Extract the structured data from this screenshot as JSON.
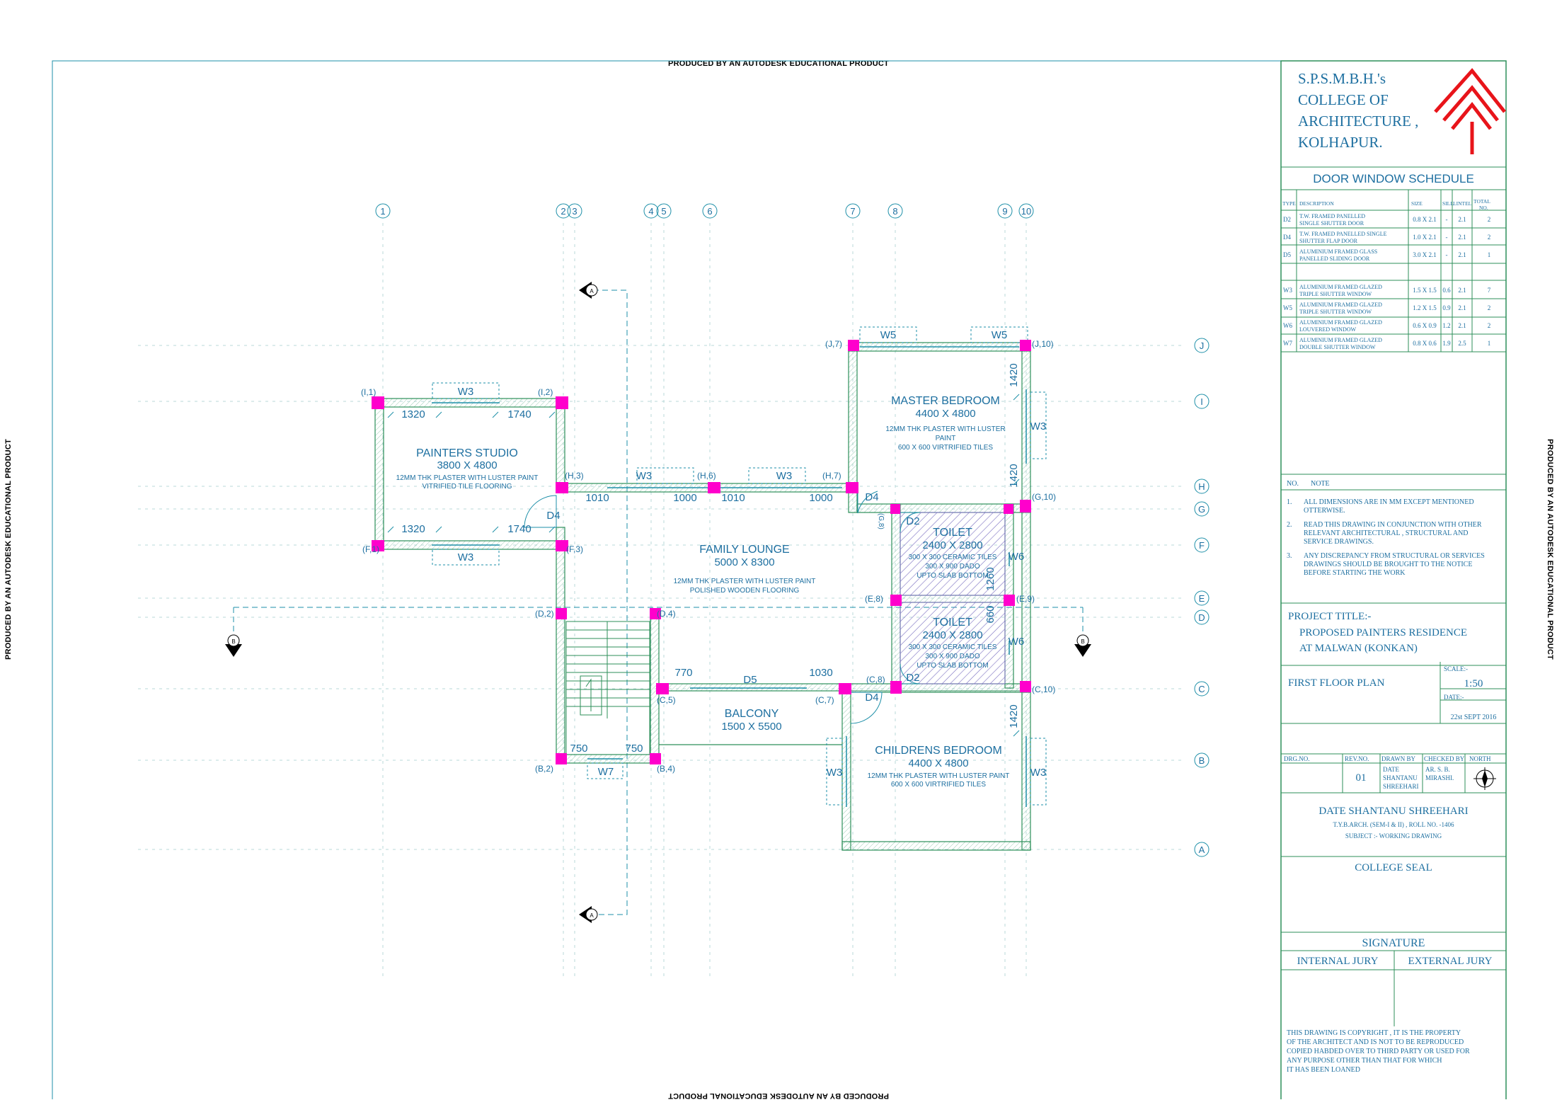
{
  "stamp": "PRODUCED BY AN AUTODESK EDUCATIONAL PRODUCT",
  "grid_cols": [
    "1",
    "2",
    "3",
    "4",
    "5",
    "6",
    "7",
    "8",
    "9",
    "10"
  ],
  "grid_rows": [
    "J",
    "I",
    "H",
    "G",
    "F",
    "E",
    "D",
    "C",
    "B",
    "A"
  ],
  "rooms": {
    "painters_studio": {
      "name": "PAINTERS STUDIO",
      "size": "3800 X 4800",
      "note1": "12MM THK PLASTER WITH LUSTER PAINT",
      "note2": "VITRIFIED TILE FLOORING"
    },
    "family_lounge": {
      "name": "FAMILY LOUNGE",
      "size": "5000 X 8300",
      "note1": "12MM THK PLASTER WITH LUSTER PAINT",
      "note2": "POLISHED WOODEN  FLOORING"
    },
    "master_bedroom": {
      "name": "MASTER BEDROOM",
      "size": "4400 X 4800",
      "note1": "12MM THK PLASTER WITH LUSTER",
      "note2": "PAINT",
      "note3": "600 X 600 VIRTRIFIED TILES"
    },
    "toilet1": {
      "name": "TOILET",
      "size": "2400 X 2800",
      "note1": "300 X 300 CERAMIC TILES",
      "note2": "300 X 900 DADO",
      "note3": "UPTO SLAB BOTTOM"
    },
    "toilet2": {
      "name": "TOILET",
      "size": "2400 X 2800",
      "note1": "300 X 300 CERAMIC TILES",
      "note2": "300 X 900 DADO",
      "note3": "UPTO SLAB BOTTOM"
    },
    "balcony": {
      "name": "BALCONY",
      "size": "1500 X 5500"
    },
    "childrens_bedroom": {
      "name": "CHILDRENS BEDROOM",
      "size": "4400 X 4800",
      "note1": "12MM THK PLASTER WITH LUSTER PAINT",
      "note2": "600 X 600 VIRTRIFIED TILES"
    }
  },
  "column_tags": {
    "I1": "(I,1)",
    "I2": "(I,2)",
    "H3": "(H,3)",
    "H6": "(H,6)",
    "H7": "(H,7)",
    "F1": "(F,1)",
    "F3": "(F,3)",
    "J7": "(J,7)",
    "J10": "(J,10)",
    "G10": "(G,10)",
    "G8": "(G,8)",
    "E8": "(E,8)",
    "E9": "(E,9)",
    "D2": "(D,2)",
    "D4": "(D,4)",
    "C5": "(C,5)",
    "C7": "(C,7)",
    "C8": "(C,8)",
    "C10": "(C,10)",
    "B2": "(B,2)",
    "B4": "(B,4)"
  },
  "openings": {
    "W3": "W3",
    "W5": "W5",
    "W6": "W6",
    "W7": "W7",
    "D2": "D2",
    "D4": "D4",
    "D5": "D5"
  },
  "dims": {
    "d1320": "1320",
    "d1740": "1740",
    "d1010": "1010",
    "d1000": "1000",
    "d770": "770",
    "d1030": "1030",
    "d750": "750",
    "d1420": "1420",
    "d660": "660",
    "d1260": "1260"
  },
  "section_a": "A",
  "section_b": "B",
  "college": {
    "line1": "S.P.S.M.B.H.'s",
    "line2": "COLLEGE OF",
    "line3": "ARCHITECTURE ,",
    "line4": "KOLHAPUR."
  },
  "schedule": {
    "title": "DOOR WINDOW SCHEDULE",
    "headers": [
      "TYPE",
      "DESCRIPTION",
      "SIZE",
      "SILL",
      "LINTEL",
      "TOTAL NO."
    ],
    "rows": [
      [
        "D2",
        "T.W. FRAMED PANELLED SINGLE SHUTTER DOOR",
        "0.8 X 2.1",
        "-",
        "2.1",
        "2"
      ],
      [
        "D4",
        "T.W. FRAMED PANELLED SINGLE SHUTTER FLAP DOOR",
        "1.0 X 2.1",
        "-",
        "2.1",
        "2"
      ],
      [
        "D5",
        "ALUMINIUM FRAMED GLASS PANELLED SLIDING DOOR",
        "3.0 X 2.1",
        "-",
        "2.1",
        "1"
      ],
      [
        "W3",
        "ALUMINIUM FRAMED GLAZED TRIPLE SHUTTER WINDOW",
        "1.5 X 1.5",
        "0.6",
        "2.1",
        "7"
      ],
      [
        "W5",
        "ALUMINIUM FRAMED GLAZED TRIPLE SHUTTER WINDOW",
        "1.2 X 1.5",
        "0.9",
        "2.1",
        "2"
      ],
      [
        "W6",
        "ALUMINIUM FRAMED GLAZED LOUVERED WINDOW",
        "0.6 X 0.9",
        "1.2",
        "2.1",
        "2"
      ],
      [
        "W7",
        "ALUMINIUM FRAMED GLAZED DOUBLE SHUTTER WINDOW",
        "0.8 X 0.6",
        "1.9",
        "2.5",
        "1"
      ]
    ]
  },
  "notes": {
    "hdr_no": "NO.",
    "hdr_note": "NOTE",
    "items": [
      {
        "no": "1.",
        "text": "ALL DIMENSIONS ARE IN MM EXCEPT MENTIONED OTTERWISE."
      },
      {
        "no": "2.",
        "text": "READ THIS DRAWING IN CONJUNCTION WITH OTHER RELEVANT ARCHITECTURAL , STRUCTURAL AND SERVICE DRAWINGS."
      },
      {
        "no": "3.",
        "text": "ANY DISCREPANCY FROM STRUCTURAL OR SERVICES DRAWINGS SHOULD BE BROUGHT TO THE NOTICE BEFORE STARTING THE WORK"
      }
    ]
  },
  "project": {
    "label": "PROJECT TITLE:-",
    "line1": "PROPOSED PAINTERS RESIDENCE",
    "line2": "AT MALWAN (KONKAN)"
  },
  "sheet": {
    "title": "FIRST FLOOR PLAN",
    "scale_label": "SCALE:-",
    "scale": "1:50",
    "date_label": "DATE:-",
    "date": "22st SEPT 2016"
  },
  "drg": {
    "drgno": "DRG.NO.",
    "revno": "REV.NO.",
    "drawnby": "DRAWN BY",
    "checkedby": "CHECKED BY",
    "north": "NORTH",
    "rev": "01",
    "drawn1": "DATE",
    "drawn2": "SHANTANU",
    "drawn3": "SHREEHARI",
    "checked1": "AR. S. B.",
    "checked2": "MIRASHI."
  },
  "student": {
    "name": "DATE SHANTANU SHREEHARI",
    "class": "T.Y.B.ARCH. (SEM-I & II) , ROLL NO. -1406",
    "subject": "SUBJECT :- WORKING DRAWING"
  },
  "seal": "COLLEGE SEAL",
  "signature": {
    "title": "SIGNATURE",
    "internal": "INTERNAL JURY",
    "external": "EXTERNAL JURY"
  },
  "copyright": [
    "THIS DRAWING IS COPYRIGHT , IT IS THE PROPERTY",
    "OF THE ARCHITECT AND IS NOT TO BE REPRODUCED",
    "COPIED HABDED OVER TO THIRD PARTY OR USED FOR",
    "ANY PURPOSE OTHER THAN THAT FOR WHICH",
    "IT HAS BEEN LOANED"
  ],
  "colors": {
    "line": "#1d8fa8",
    "wall": "#2d8f5a",
    "column": "#ff00cc",
    "logo": "#e8141a",
    "text": "#1d6fa0"
  }
}
